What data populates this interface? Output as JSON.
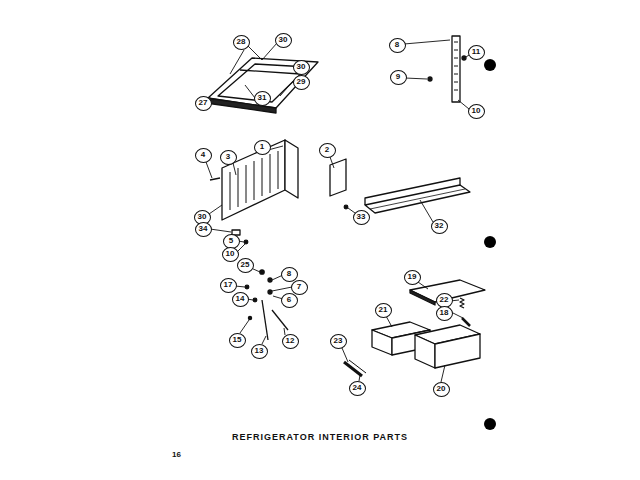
{
  "diagram": {
    "caption": "REFRIGERATOR INTERIOR PARTS",
    "labels": [
      "28",
      "30",
      "30",
      "29",
      "27",
      "31",
      "8",
      "11",
      "9",
      "10",
      "4",
      "3",
      "1",
      "30",
      "34",
      "5",
      "10",
      "2",
      "33",
      "32",
      "25",
      "8",
      "17",
      "7",
      "6",
      "14",
      "15",
      "13",
      "12",
      "19",
      "22",
      "18",
      "21",
      "23",
      "24",
      "20",
      "16"
    ]
  }
}
